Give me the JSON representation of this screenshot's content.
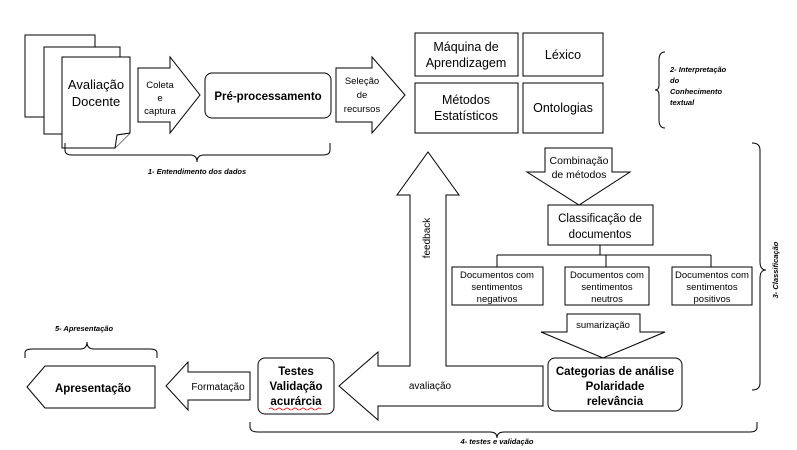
{
  "documents": {
    "stack_label_line1": "Avaliação",
    "stack_label_line2": "Docente"
  },
  "arrows": {
    "coleta_line1": "Coleta",
    "coleta_line2": "e",
    "coleta_line3": "captura",
    "selecao_line1": "Seleção",
    "selecao_line2": "de",
    "selecao_line3": "recursos",
    "combinacao_line1": "Combinação",
    "combinacao_line2": "de métodos",
    "sumarizacao": "sumarização",
    "avaliacao": "avaliação",
    "formatacao": "Formatação",
    "feedback": "feedback"
  },
  "boxes": {
    "preprocessamento": "Pré-processamento",
    "maquina_line1": "Máquina de",
    "maquina_line2": "Aprendizagem",
    "lexico": "Léxico",
    "metodos_line1": "Métodos",
    "metodos_line2": "Estatísticos",
    "ontologias": "Ontologias",
    "classificacao_line1": "Classificação de",
    "classificacao_line2": "documentos",
    "doc_neg_line1": "Documentos com",
    "doc_neg_line2": "sentimentos",
    "doc_neg_line3": "negativos",
    "doc_neu_line1": "Documentos com",
    "doc_neu_line2": "sentimentos",
    "doc_neu_line3": "neutros",
    "doc_pos_line1": "Documentos com",
    "doc_pos_line2": "sentimentos",
    "doc_pos_line3": "positivos",
    "categorias_line1": "Categorias de análise",
    "categorias_line2": "Polaridade",
    "categorias_line3": "relevância",
    "testes_line1": "Testes",
    "testes_line2": "Validação",
    "testes_line3": "acurárcia",
    "apresentacao": "Apresentação"
  },
  "phases": {
    "phase1": "1- Entendimento dos dados",
    "phase2_line1": "2- Interpretação",
    "phase2_line2": "do",
    "phase2_line3": "Conhecimento",
    "phase2_line4": "textual",
    "phase3": "3- Classificação",
    "phase4": "4- testes e validação",
    "phase5": "5- Apresentação"
  }
}
